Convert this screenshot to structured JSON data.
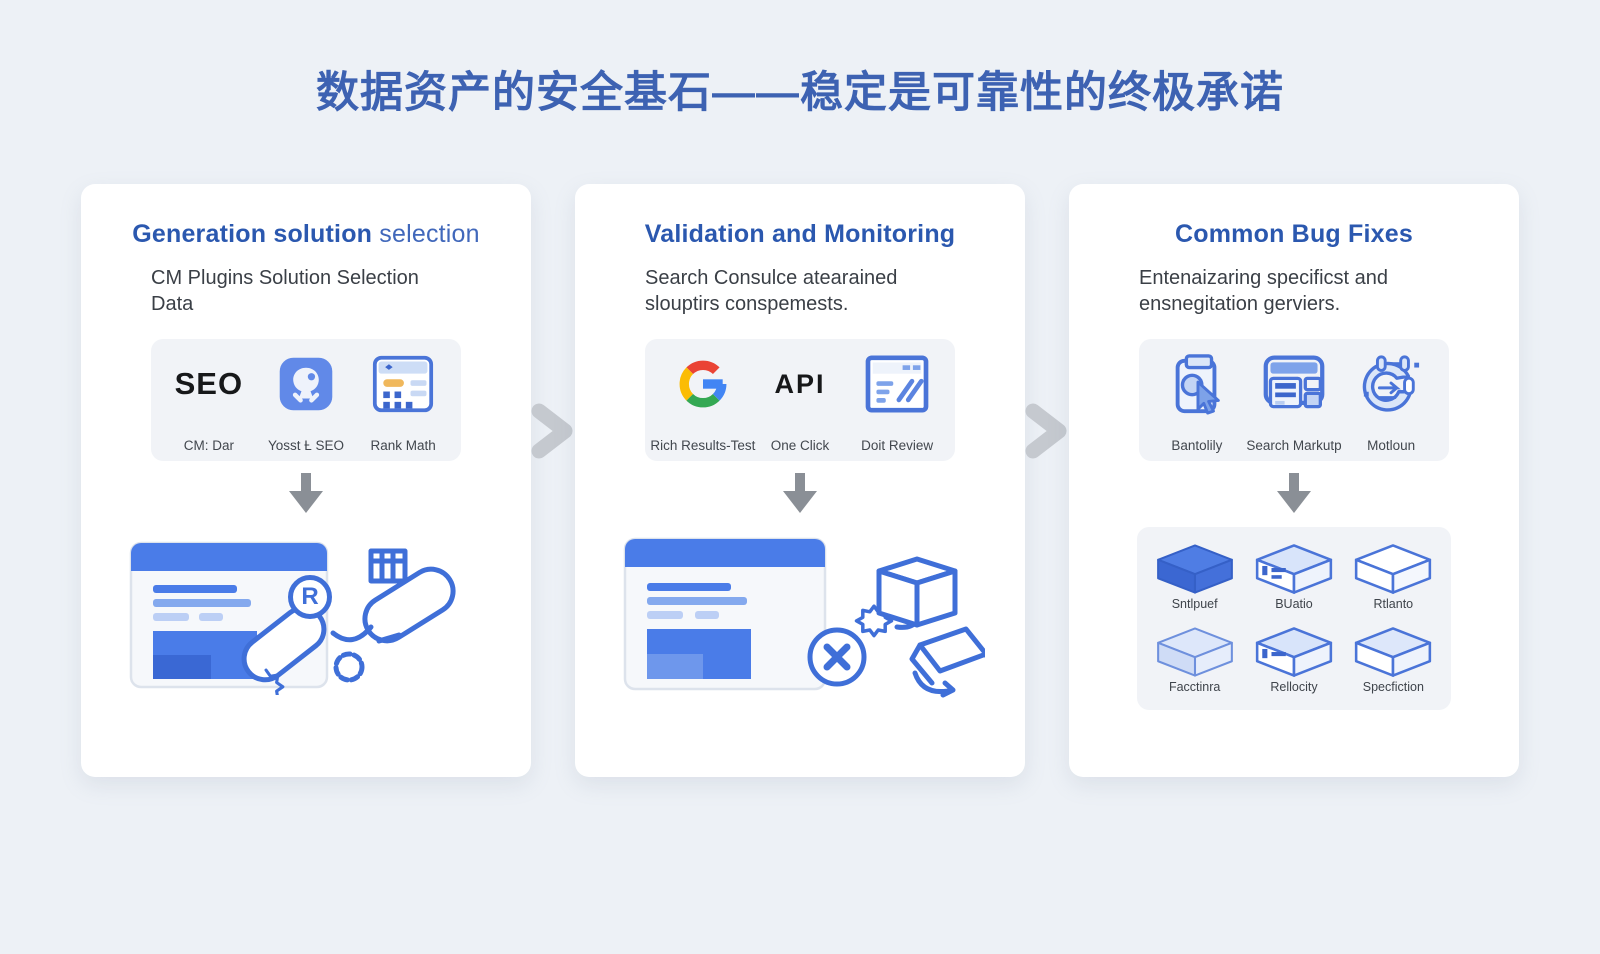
{
  "page": {
    "title": "数据资产的安全基石——稳定是可靠性的终极承诺",
    "background_color": "#edf1f6",
    "accent_color": "#3d62b2",
    "doodle_color": "#3f6fd8"
  },
  "connectors": [
    {
      "icon": "chevron-right-icon"
    },
    {
      "icon": "chevron-right-icon"
    }
  ],
  "cards": [
    {
      "title_bold": "Generation solution",
      "title_light": " selection",
      "subtitle": "CM Plugins Solution Selection Data",
      "tools": [
        {
          "label": "CM: Dar",
          "icon": "seo-wordmark-icon",
          "wordmark": "SEO"
        },
        {
          "label": "Yosst Ƚ SEO",
          "icon": "yoast-app-icon"
        },
        {
          "label": "Rank Math",
          "icon": "rank-math-dashboard-icon"
        }
      ],
      "step_arrow_icon": "down-arrow-icon",
      "illustration": {
        "name": "browser-window-chain-links",
        "badge_letter": "R"
      }
    },
    {
      "title_bold": "Validation and Monitoring",
      "title_light": "",
      "subtitle": "Search Consulce atearained slouptirs conspemests.",
      "tools": [
        {
          "label": "Rich Results-Test",
          "icon": "google-g-icon"
        },
        {
          "label": "One Click",
          "icon": "api-wordmark-icon",
          "wordmark": "API"
        },
        {
          "label": "Doit Review",
          "icon": "report-window-icon"
        }
      ],
      "step_arrow_icon": "down-arrow-icon",
      "illustration": {
        "name": "browser-window-error-cube-box"
      }
    },
    {
      "title_bold": "Common Bug Fixes",
      "title_light": "",
      "subtitle": "Entenaizaring specificst and ensnegitation gerviers.",
      "tools": [
        {
          "label": "Bantolily",
          "icon": "clipboard-cursor-icon"
        },
        {
          "label": "Search Markutp",
          "icon": "structured-table-icon"
        },
        {
          "label": "Motloun",
          "icon": "cycle-doodle-icon"
        }
      ],
      "step_arrow_icon": "down-arrow-icon",
      "boxes": [
        {
          "label": "Sntlpuef",
          "variant": "solid",
          "icon": "box-3d-icon"
        },
        {
          "label": "BUatio",
          "variant": "ports",
          "icon": "box-3d-icon"
        },
        {
          "label": "Rtlanto",
          "variant": "outline",
          "icon": "box-3d-icon"
        },
        {
          "label": "Facctinra",
          "variant": "light",
          "icon": "box-3d-icon"
        },
        {
          "label": "Rellocity",
          "variant": "ports",
          "icon": "box-3d-icon"
        },
        {
          "label": "Specfiction",
          "variant": "light",
          "icon": "box-3d-icon"
        }
      ]
    }
  ]
}
